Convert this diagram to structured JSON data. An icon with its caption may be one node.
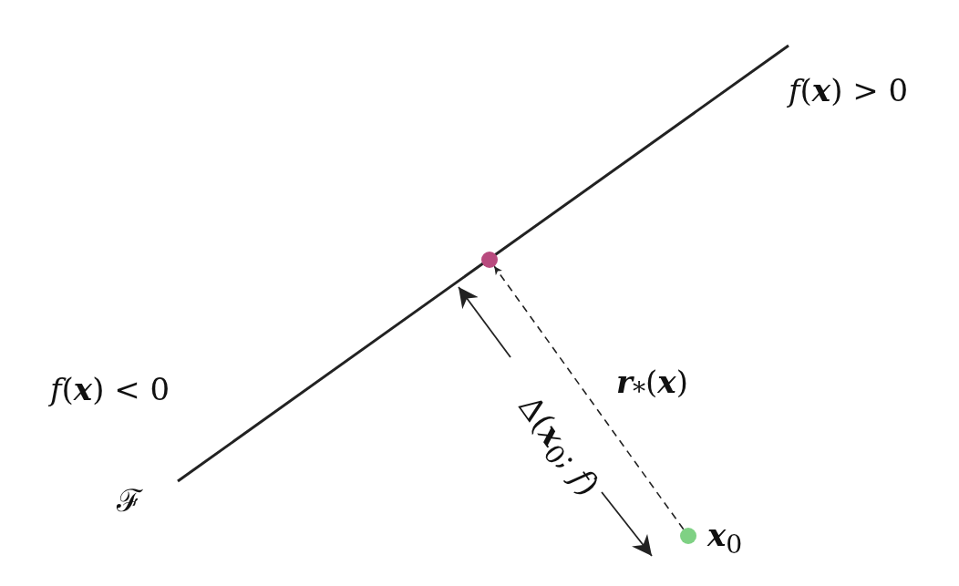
{
  "diagram": {
    "nodes": [
      {
        "text": [],
        "shape": "circle"
      },
      {
        "text": [],
        "shape": "circle",
        "beside": [
          "**x**$_{0}$"
        ]
      }
    ],
    "edges": [
      {
        "from": 1,
        "to": 0,
        "arrow": "to",
        "style": "dashed",
        "label": "**r**$_{*}$(**x**)"
      }
    ],
    "labels": [
      "*f*(**x**) > 0",
      "*f*(**x**) < 0",
      "Δ(**x**$_{0}$; *f*)",
      "ℱ"
    ]
  }
}
